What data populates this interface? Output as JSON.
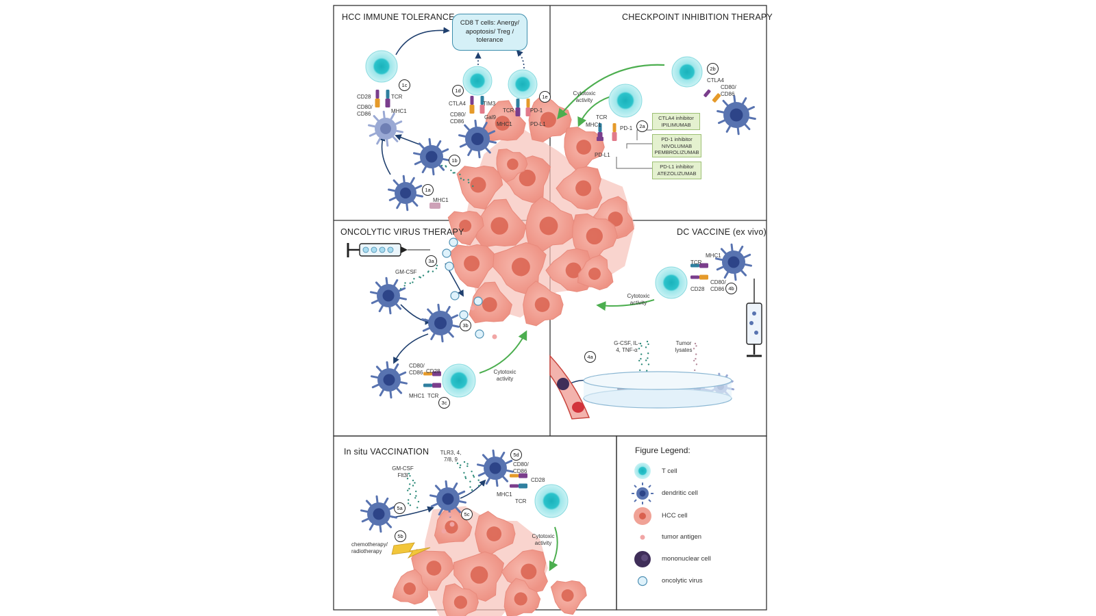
{
  "panels": {
    "p1": "HCC IMMUNE TOLERANCE",
    "p2": "CHECKPOINT INHIBITION THERAPY",
    "p3": "ONCOLYTIC VIRUS THERAPY",
    "p4": "DC VACCINE (ex vivo)",
    "p5": "In situ VACCINATION"
  },
  "cd8_box": "CD8 T cells: Anergy/ apoptosis/ Treg / tolerance",
  "labels": {
    "cd28": "CD28",
    "tcr": "TCR",
    "cd80_86": "CD80/ CD86",
    "mhc1": "MHC1",
    "ctla4": "CTLA4",
    "tim3": "TIM3",
    "gal9": "Gal9",
    "pd1": "PD-1",
    "pdl1": "PD-L1",
    "cytotoxic": "Cytotoxic activity",
    "gmcsf": "GM-CSF",
    "gcsf": "G-CSF, IL-4, TNF-α",
    "lysates": "Tumor lysates",
    "gmcsf_flt3": "GM-CSF Flt3l",
    "tlr": "TLR3, 4, 7/8, 9",
    "chemo": "chemotherapy/ radiotherapy"
  },
  "drug_boxes": {
    "ctla4": "CTLA4 inhibitor IPILIMUMAB",
    "pd1": "PD-1 inhibitor NIVOLUMAB PEMBROLIZUMAB",
    "pdl1": "PD-L1 inhibitor ATEZOLIZUMAB"
  },
  "steps": [
    "1a",
    "1b",
    "1c",
    "1d",
    "1e",
    "2a",
    "2b",
    "3a",
    "3b",
    "3c",
    "4a",
    "4b",
    "5a",
    "5b",
    "5c",
    "5d"
  ],
  "legend": {
    "title": "Figure Legend:",
    "items": [
      "T cell",
      "dendritic cell",
      "HCC cell",
      "tumor antigen",
      "mononuclear cell",
      "oncolytic virus"
    ]
  },
  "colors": {
    "tcell": "#5cd6dc",
    "tcell_core": "#1ab2bb",
    "dc": "#5873b0",
    "dc_core": "#2d4488",
    "hcc": "#f0a296",
    "hcc_core": "#d9614f",
    "virus": "#dff2fb",
    "arrow_blue": "#1f3f6e",
    "arrow_green": "#4cae4f"
  }
}
